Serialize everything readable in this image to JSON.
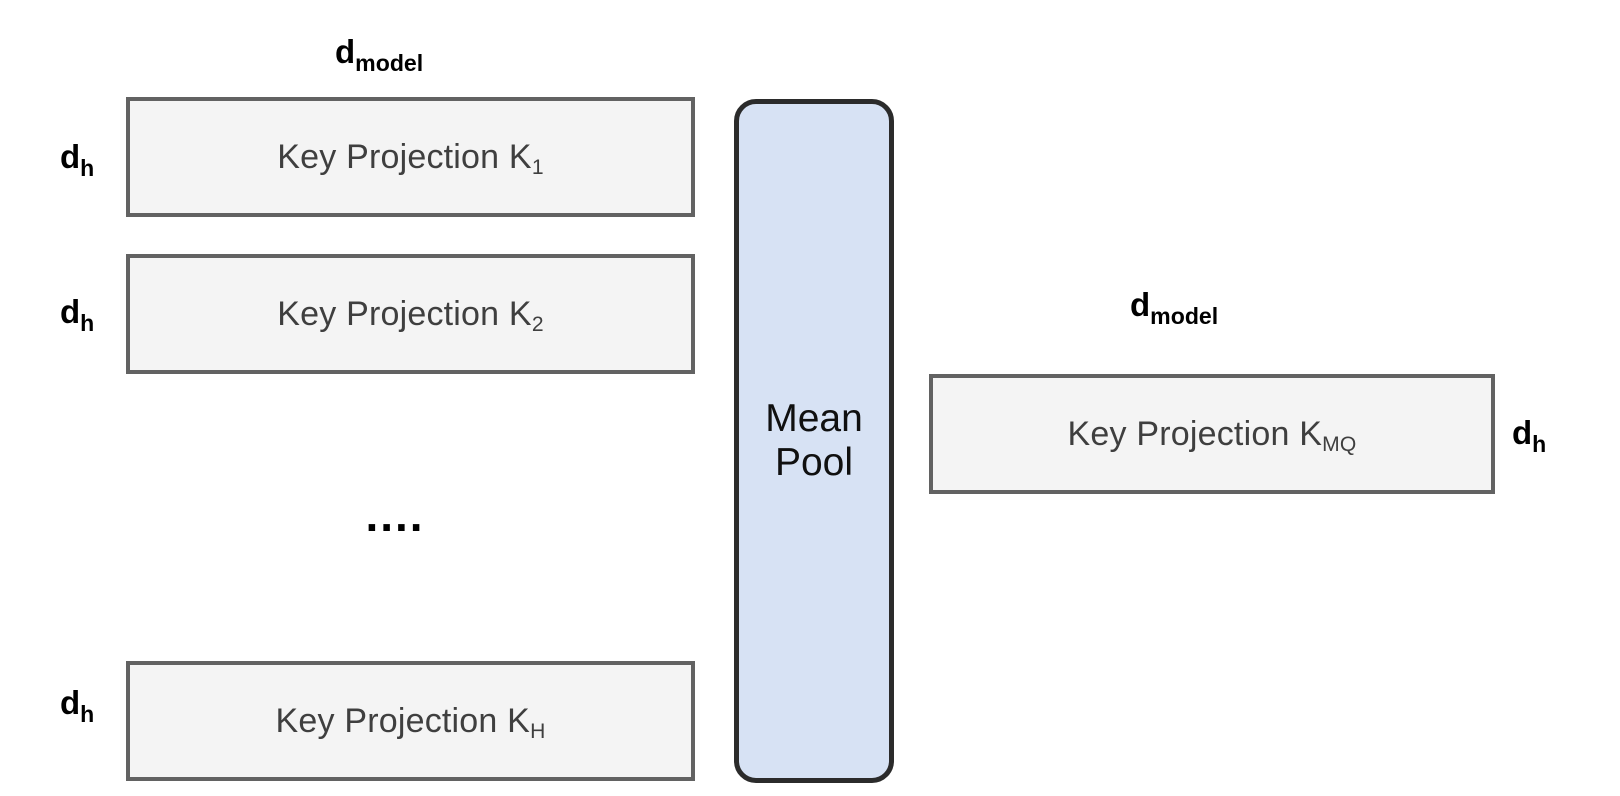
{
  "diagram": {
    "title_labels": {
      "d_model_left": {
        "base": "d",
        "sub": "model"
      },
      "d_model_right": {
        "base": "d",
        "sub": "model"
      }
    },
    "left_heads": [
      {
        "name": "key-projection-1",
        "label_base": "Key Projection K",
        "label_sub": "1",
        "row_dim": {
          "base": "d",
          "sub": "h"
        }
      },
      {
        "name": "key-projection-2",
        "label_base": "Key Projection K",
        "label_sub": "2",
        "row_dim": {
          "base": "d",
          "sub": "h"
        }
      },
      {
        "name": "key-projection-H",
        "label_base": "Key Projection K",
        "label_sub": "H",
        "row_dim": {
          "base": "d",
          "sub": "h"
        }
      }
    ],
    "ellipsis": "....",
    "mean_pool": {
      "label": "Mean\nPool",
      "fill_color": "#d7e2f4",
      "border_color": "#2b2b2b"
    },
    "output_head": {
      "name": "key-projection-MQ",
      "label_base": "Key Projection K",
      "label_sub": "MQ",
      "row_dim": {
        "base": "d",
        "sub": "h"
      }
    },
    "colors": {
      "box_fill": "#f4f4f4",
      "box_border": "#626262",
      "box_text": "#3f3f3f",
      "annotation_text": "#000000",
      "pool_fill": "#d7e2f4",
      "pool_border": "#2b2b2b",
      "background": "#ffffff"
    }
  }
}
